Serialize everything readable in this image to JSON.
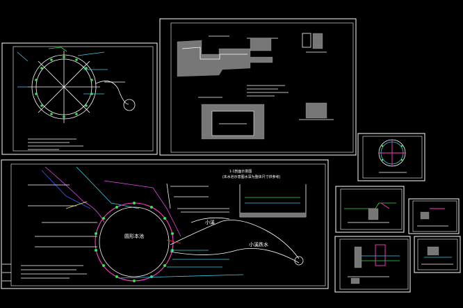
{
  "labels": {
    "main_circle": "圆形本池",
    "small_pool": "小溪",
    "small_pool_outlet": "小溪跌水",
    "cross_section_title": "1-1剖面示意图",
    "cross_section_note": "(本水池示意图水深为整体尺寸供参考)"
  },
  "colors": {
    "sheet": "#ffffff",
    "pipe": "#39d0e8",
    "node": "#33e64a",
    "wall": "#ff3ec8",
    "slope": "#e64ae6",
    "note": "#f4f04a"
  }
}
